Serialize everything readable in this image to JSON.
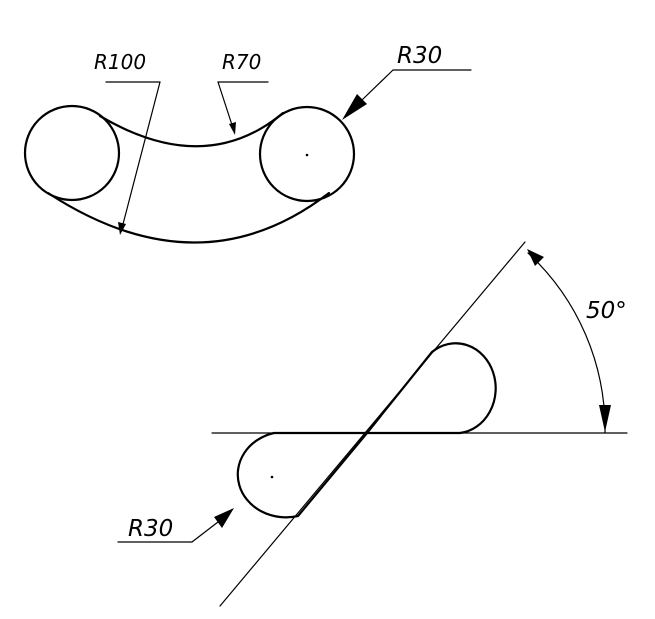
{
  "labels": {
    "r100": "R100",
    "r70": "R70",
    "r30_top": "R30",
    "r30_bottom": "R30",
    "angle": "50°"
  },
  "colors": {
    "ink": "#000000",
    "paper": "#ffffff"
  }
}
